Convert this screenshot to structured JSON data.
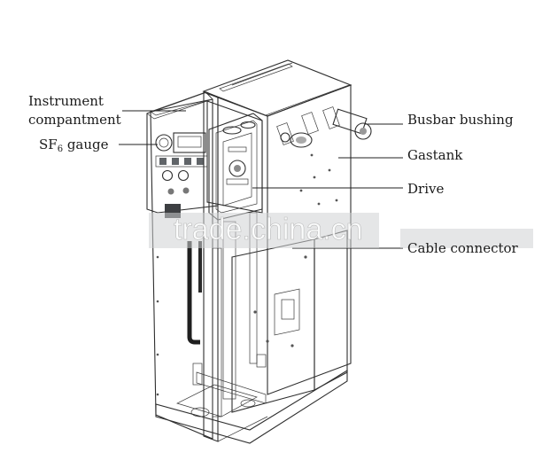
{
  "labels": {
    "instrument_line1": "Instrument",
    "instrument_line2": "compantment",
    "sf6_prefix": "SF",
    "sf6_sub": "6",
    "sf6_suffix": " gauge",
    "busbar": "Busbar bushing",
    "gastank": "Gastank",
    "drive": "Drive",
    "cable": "Cable connector"
  },
  "watermark": "trade.china.cn",
  "colors": {
    "cabinet_front": "#b9bcbf",
    "cabinet_side": "#a9acaf",
    "cabinet_top": "#d2d4d6",
    "drive_frame": "#b59b4c",
    "bushing_blue": "#2f57b3"
  }
}
